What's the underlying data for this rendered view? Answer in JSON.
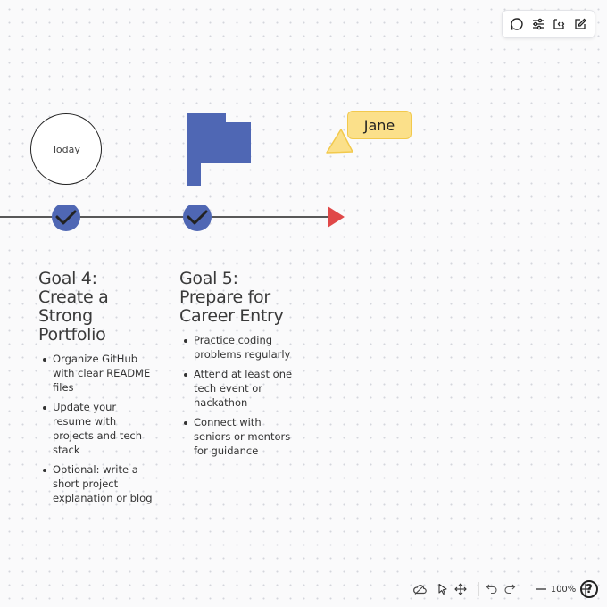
{
  "toolbar": {
    "icons": [
      "chat-icon",
      "settings-sliders-icon",
      "embed-icon",
      "edit-icon"
    ]
  },
  "canvas": {
    "today_label": "Today",
    "collaborator": {
      "name": "Jane",
      "color": "#fbe08a"
    },
    "timeline_color": "#222222",
    "arrow_color": "#e04848",
    "check_color": "#4f67b4",
    "flag_color": "#4f67b4",
    "goals": [
      {
        "title_lines": [
          "Goal 4:",
          "Create a",
          "Strong",
          "Portfolio"
        ],
        "bullets": [
          [
            "Organize GitHub",
            "with clear README",
            "files"
          ],
          [
            "Update your",
            "resume with",
            "projects and tech",
            "stack"
          ],
          [
            "Optional: write a",
            "short project",
            "explanation or blog"
          ]
        ]
      },
      {
        "title_lines": [
          "Goal 5:",
          "Prepare for",
          "Career Entry"
        ],
        "bullets": [
          [
            "Practice coding",
            "problems regularly"
          ],
          [
            "Attend at least one",
            "tech event or",
            "hackathon"
          ],
          [
            "Connect with",
            "seniors or mentors",
            "for guidance"
          ]
        ]
      }
    ]
  },
  "bottom_bar": {
    "zoom": "100%",
    "help": "?"
  }
}
